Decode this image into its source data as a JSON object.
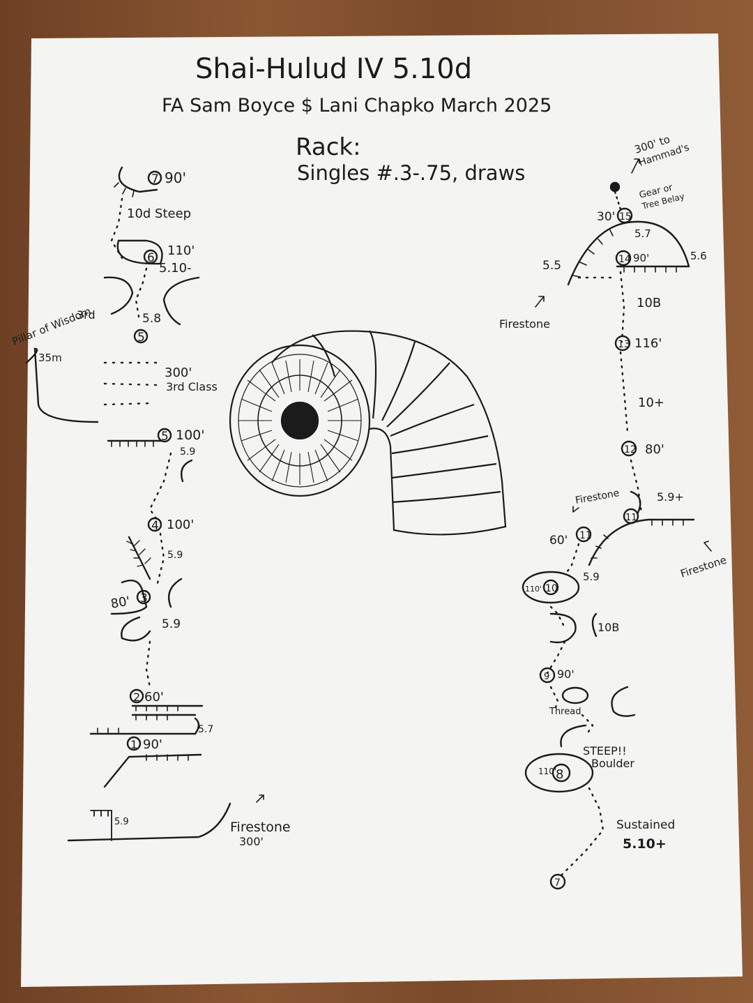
{
  "title": "Shai-Hulud IV 5.10d",
  "fa": "FA Sam Boyce $ Lani Chapko March 2025",
  "rack": {
    "heading": "Rack:",
    "items": "Singles #.3-.75, draws"
  },
  "left": {
    "p7": "7",
    "p7_len": "90'",
    "p7_note": "10d Steep",
    "p6": "6",
    "p6_len": "110'",
    "p6_grade": "5.10-",
    "third": "3rd",
    "p5a_grade": "5.8",
    "p5a": "5",
    "pillar": "Pillar of Wisdom",
    "pillar2": "35m",
    "scramble": "300'",
    "scramble2": "3rd Class",
    "p5": "5",
    "p5_len": "100'",
    "p5_grade": "5.9",
    "p4": "4",
    "p4_len": "100'",
    "p4_grade": "5.9",
    "p3": "3",
    "p3_len": "80'",
    "p3_grade": "5.9",
    "p2": "2",
    "p2_len": "60'",
    "p1": "1",
    "p1_len": "90'",
    "p1_grade": "5.7",
    "start_grade": "5.9",
    "firestone": "Firestone",
    "firestone_len": "300'"
  },
  "right": {
    "top_note": "300' to",
    "top_note2": "Hammad's",
    "gear": "Gear or",
    "gear2": "Tree Belay",
    "p15": "15",
    "p15_len": "30'",
    "p15_grade": "5.7",
    "left_grade": "5.5",
    "right_grade": "5.6",
    "p14": "14",
    "p14_len": "90'",
    "firestone_a": "Firestone",
    "p14_grade": "10B",
    "p13": "13",
    "p13_len": "116'",
    "p13_grade": "10+",
    "p12": "12",
    "p12_len": "80'",
    "firestone_b": "Firestone",
    "p12_grade": "5.9+",
    "p11": "11",
    "p11_len": "60'",
    "firestone_c": "Firestone",
    "p10": "10",
    "p10_len": "110'",
    "p10_grade": "5.9",
    "p10_grade2": "10B",
    "p9": "9",
    "p9_len": "90'",
    "thread": "Thread",
    "steep": "STEEP!!",
    "boulder": "Boulder",
    "p8": "8",
    "p8_len": "110'",
    "sustained": "Sustained",
    "sustained_grade": "5.10+",
    "p7": "7"
  },
  "colors": {
    "ink": "#1b1b1b",
    "paper": "#f4f4f2",
    "wood": "#7a4a2a"
  }
}
